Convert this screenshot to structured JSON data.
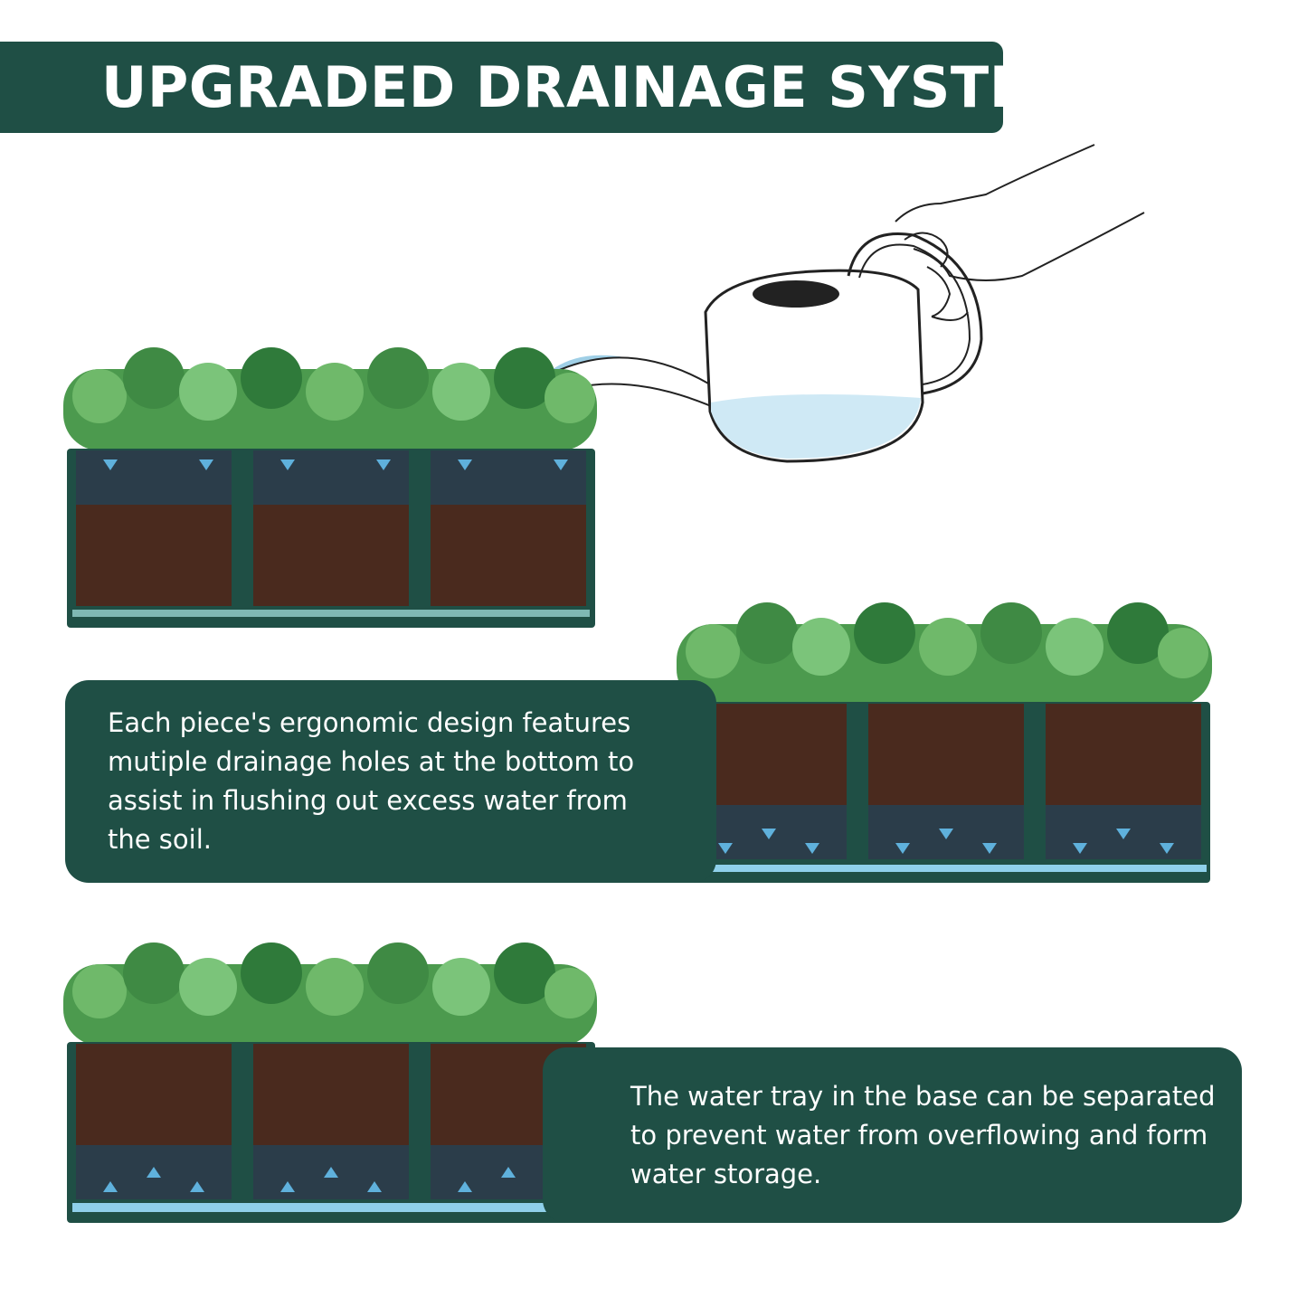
{
  "header": {
    "title": "UPGRADED DRAINAGE SYSTEM"
  },
  "panels": [
    {
      "text": "Each piece's ergonomic design features mutiple drainage holes at the bottom to assist in flushing out excess water from the soil."
    },
    {
      "text": "The water tray in the base can be separated to prevent water from overflowing and form water storage."
    }
  ],
  "illustrations": [
    {
      "name": "planter-watering",
      "icon": "planter-icon",
      "arrows": "down-top"
    },
    {
      "name": "planter-draining",
      "icon": "planter-icon",
      "arrows": "down-bottom"
    },
    {
      "name": "planter-storage",
      "icon": "planter-icon",
      "arrows": "up-bottom"
    },
    {
      "name": "watering-can",
      "icon": "watering-can-icon"
    }
  ],
  "colors": {
    "brand_green": "#1f4f45",
    "soil": "#4a2a1e",
    "leaf": "#4c9a4e",
    "water": "#bfe3f2"
  }
}
